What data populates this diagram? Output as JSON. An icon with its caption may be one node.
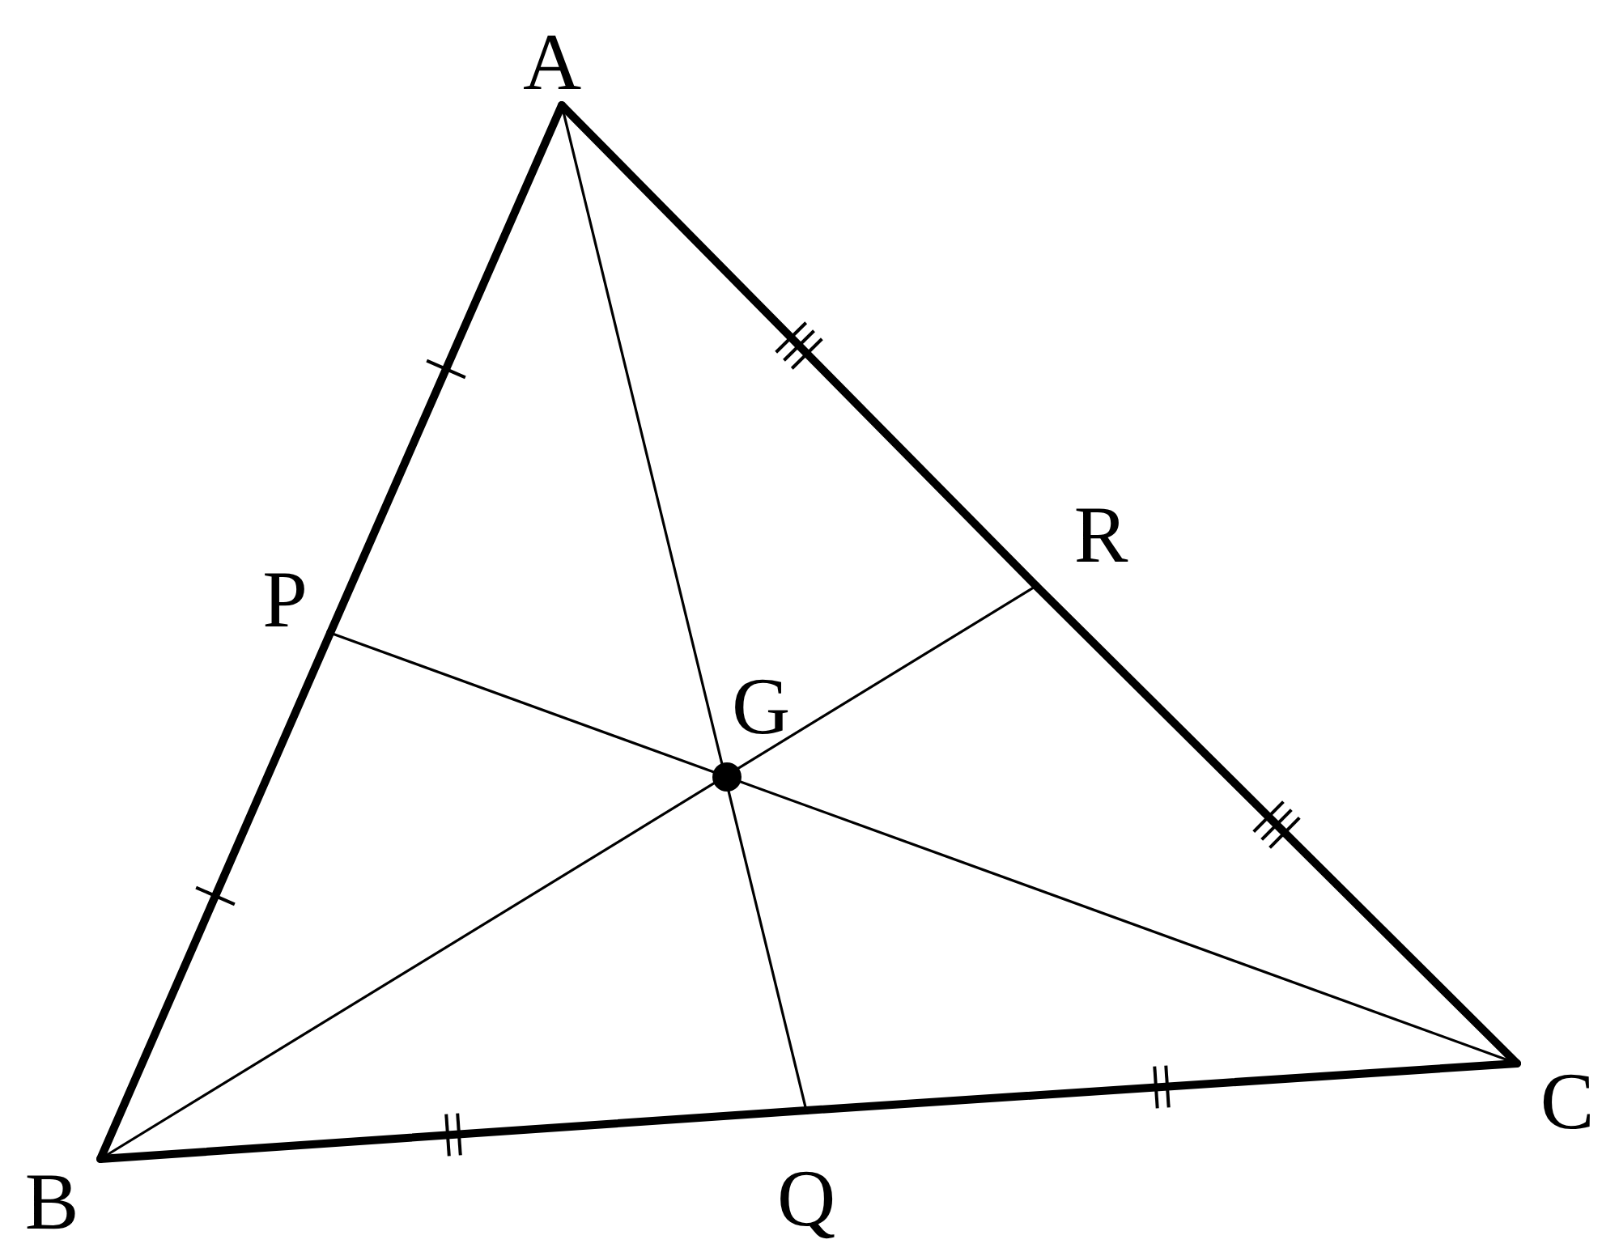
{
  "diagram": {
    "nodes": [
      {
        "text": [
          "A"
        ]
      },
      {
        "text": [
          "R"
        ]
      },
      {
        "text": [
          "P"
        ]
      },
      {
        "text": [
          "G"
        ]
      },
      {
        "text": [
          "C"
        ]
      },
      {
        "text": [
          "B"
        ]
      },
      {
        "text": [
          "Q"
        ]
      }
    ],
    "edges": [
      {
        "from": 0,
        "to": 2,
        "arrow": "none"
      },
      {
        "from": 2,
        "to": 5,
        "arrow": "none"
      },
      {
        "from": 5,
        "to": 6,
        "arrow": "none"
      },
      {
        "from": 6,
        "to": 4,
        "arrow": "none"
      },
      {
        "from": 4,
        "to": 1,
        "arrow": "none"
      },
      {
        "from": 1,
        "to": 0,
        "arrow": "none"
      },
      {
        "from": 0,
        "to": 6,
        "arrow": "none"
      },
      {
        "from": 5,
        "to": 1,
        "arrow": "none"
      },
      {
        "from": 4,
        "to": 2,
        "arrow": "none"
      }
    ]
  }
}
